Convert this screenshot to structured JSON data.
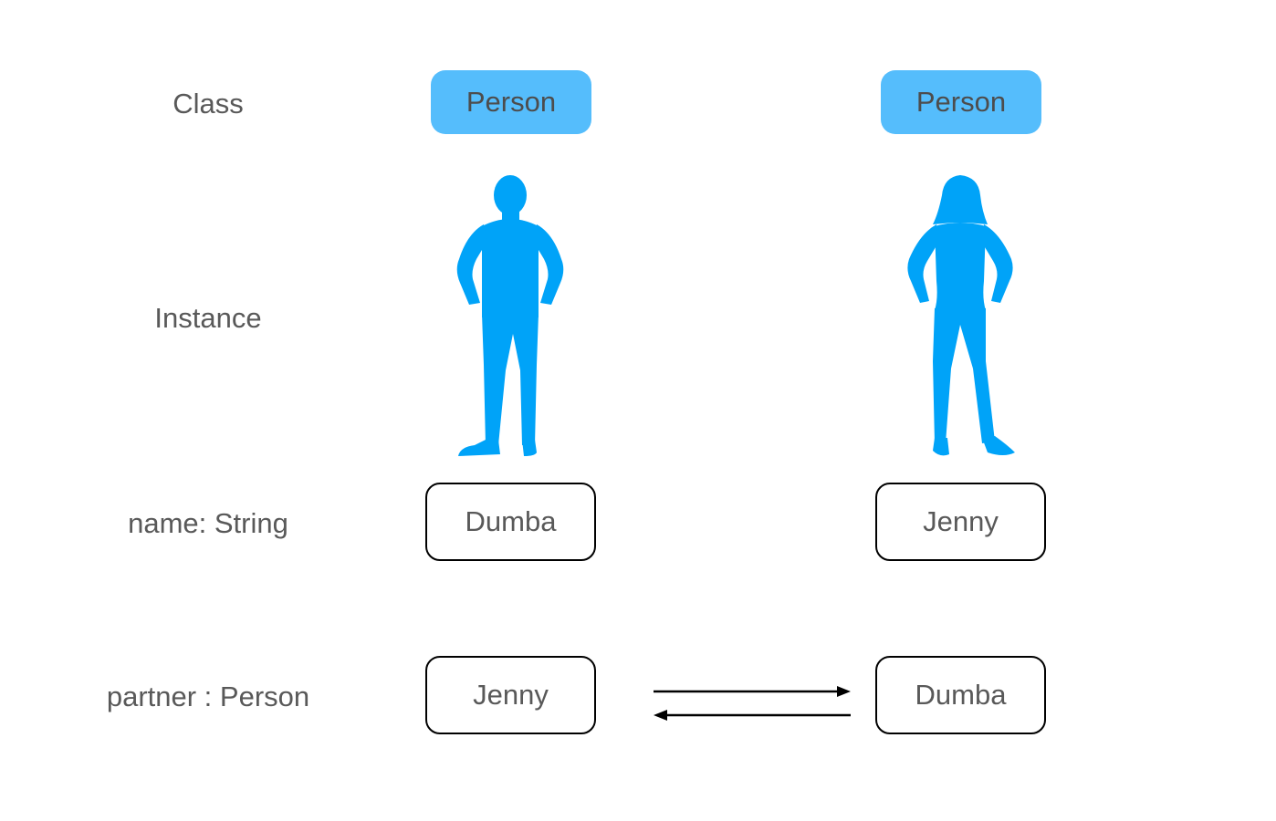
{
  "colors": {
    "class_fill": "#55bdfc",
    "figure_fill": "#00a3f8",
    "text": "#595959",
    "box_border": "#000000"
  },
  "row_labels": {
    "class": "Class",
    "instance": "Instance",
    "name": "name: String",
    "partner": "partner : Person"
  },
  "left": {
    "class_label": "Person",
    "figure": "man-silhouette-icon",
    "name_value": "Dumba",
    "partner_value": "Jenny"
  },
  "right": {
    "class_label": "Person",
    "figure": "woman-silhouette-icon",
    "name_value": "Jenny",
    "partner_value": "Dumba"
  },
  "arrows": [
    "arrow-right-icon",
    "arrow-left-icon"
  ]
}
